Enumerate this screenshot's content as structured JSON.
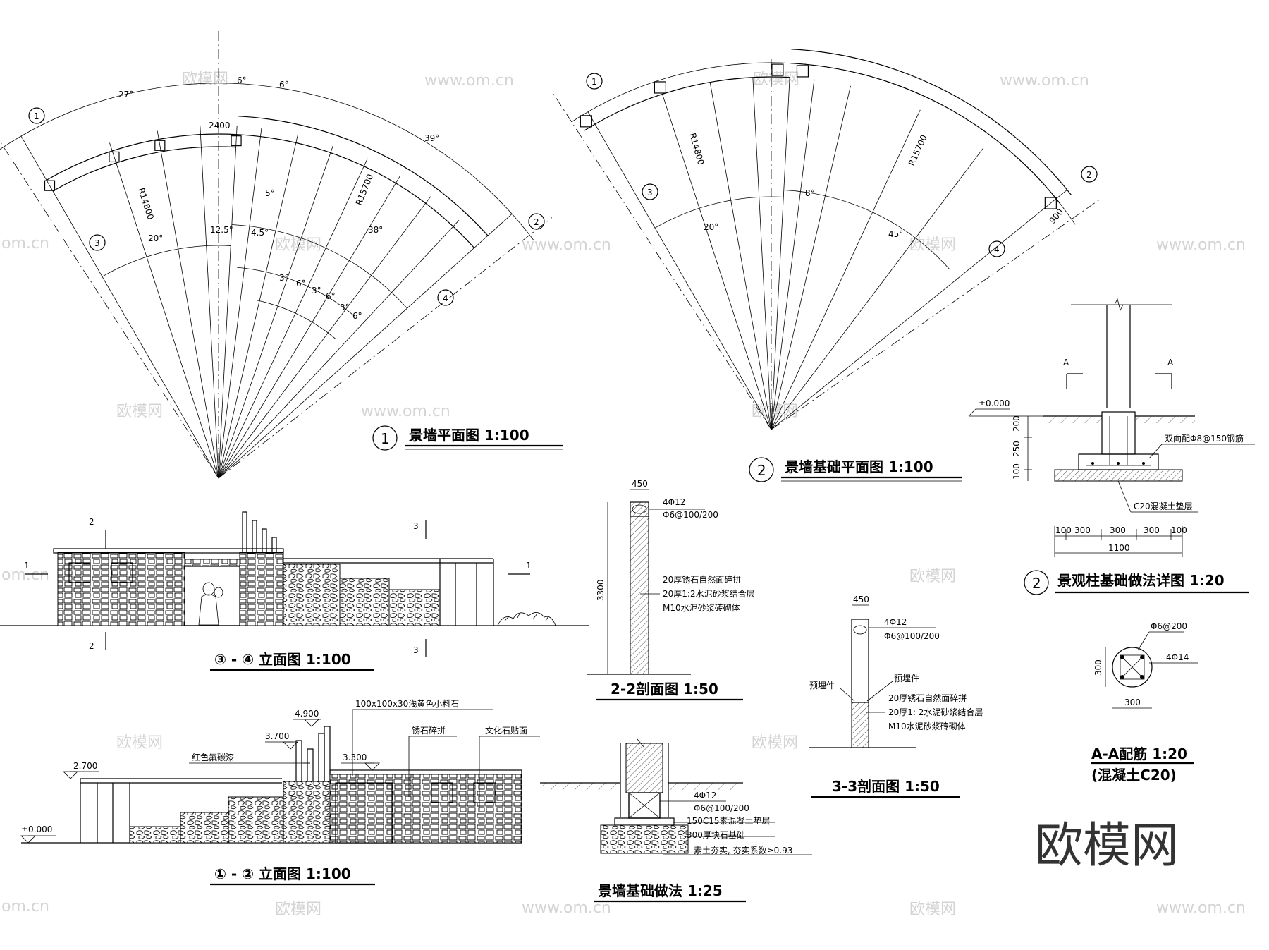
{
  "titles": {
    "plan1": "景墙平面图  1:100",
    "plan2": "景墙基础平面图  1:100",
    "elev34": "③ - ④ 立面图  1:100",
    "elev12": "① - ② 立面图  1:100",
    "sec22": "2-2剖面图  1:50",
    "sec33": "3-3剖面图  1:50",
    "found": "景墙基础做法  1:25",
    "colfound": "景观柱基础做法详图  1:20",
    "aa": "A-A配筋  1:20",
    "aa_sub": "(混凝土C20)"
  },
  "title_nums": {
    "plan1": "1",
    "plan2": "2",
    "colfound": "2"
  },
  "axes": {
    "a1": "1",
    "a2": "2",
    "a3": "3",
    "a4": "4"
  },
  "plan1": {
    "ang_27": "27°",
    "ang_6a": "6°",
    "ang_6b": "6°",
    "ang_39": "39°",
    "dim_2400": "2400",
    "r14800": "R14800",
    "r15700": "R15700",
    "ang_20": "20°",
    "ang_125": "12.5°",
    "ang_45": "4.5°",
    "ang_5": "5°",
    "ang_38": "38°",
    "ang_s1": "3°",
    "ang_s2": "6°",
    "ang_s3": "3°",
    "ang_s4": "6°",
    "ang_s5": "3°",
    "ang_s6": "6°"
  },
  "plan2": {
    "r14800": "R14800",
    "r15700": "R15700",
    "ang_20": "20°",
    "ang_8": "8°",
    "ang_45": "45°",
    "dim_900": "900"
  },
  "elev34": {
    "cut2": "2",
    "cut3": "3",
    "cut1": "1"
  },
  "elev12": {
    "lv_490": "4.900",
    "lv_370": "3.700",
    "lv_330": "3.300",
    "lv_270": "2.700",
    "lv_000": "±0.000",
    "n_stone": "100x100x30浅黄色小料石",
    "n_paint": "红色氟碳漆",
    "n_rust": "锈石碎拼",
    "n_culture": "文化石贴面"
  },
  "sec22": {
    "w": "450",
    "h": "3300",
    "rebar": "4Φ12",
    "stirrup": "Φ6@100/200",
    "n1": "20厚锈石自然面碎拼",
    "n2": "20厚1:2水泥砂浆结合层",
    "n3": "M10水泥砂浆砖砌体"
  },
  "sec33": {
    "w": "450",
    "rebar": "4Φ12",
    "stirrup": "Φ6@100/200",
    "emb1": "预埋件",
    "emb2": "预埋件",
    "n1": "20厚锈石自然面碎拼",
    "n2": "20厚1: 2水泥砂浆结合层",
    "n3": "M10水泥砂浆砖砌体"
  },
  "found": {
    "rebar": "4Φ12",
    "stirrup": "Φ6@100/200",
    "n1": "150C15素混凝土垫层",
    "n2": "300厚块石基础",
    "n3": "素土夯实, 夯实系数≥0.93"
  },
  "colfound": {
    "secA1": "A",
    "secA2": "A",
    "lv": "±0.000",
    "d200": "200",
    "d250": "250",
    "d100": "100",
    "rebar": "双向配Φ8@150钢筋",
    "pad": "C20混凝土垫层",
    "d100a": "100",
    "d300a": "300",
    "d300b": "300",
    "d300c": "300",
    "d100b": "100",
    "total": "1100"
  },
  "aa": {
    "stirrup": "Φ6@200",
    "rebar": "4Φ14",
    "dim_h": "300",
    "dim_w": "300"
  },
  "watermark": {
    "cn": "欧模网",
    "url": "www.om.cn",
    "url_short": "om.cn",
    "big": "欧模网"
  }
}
